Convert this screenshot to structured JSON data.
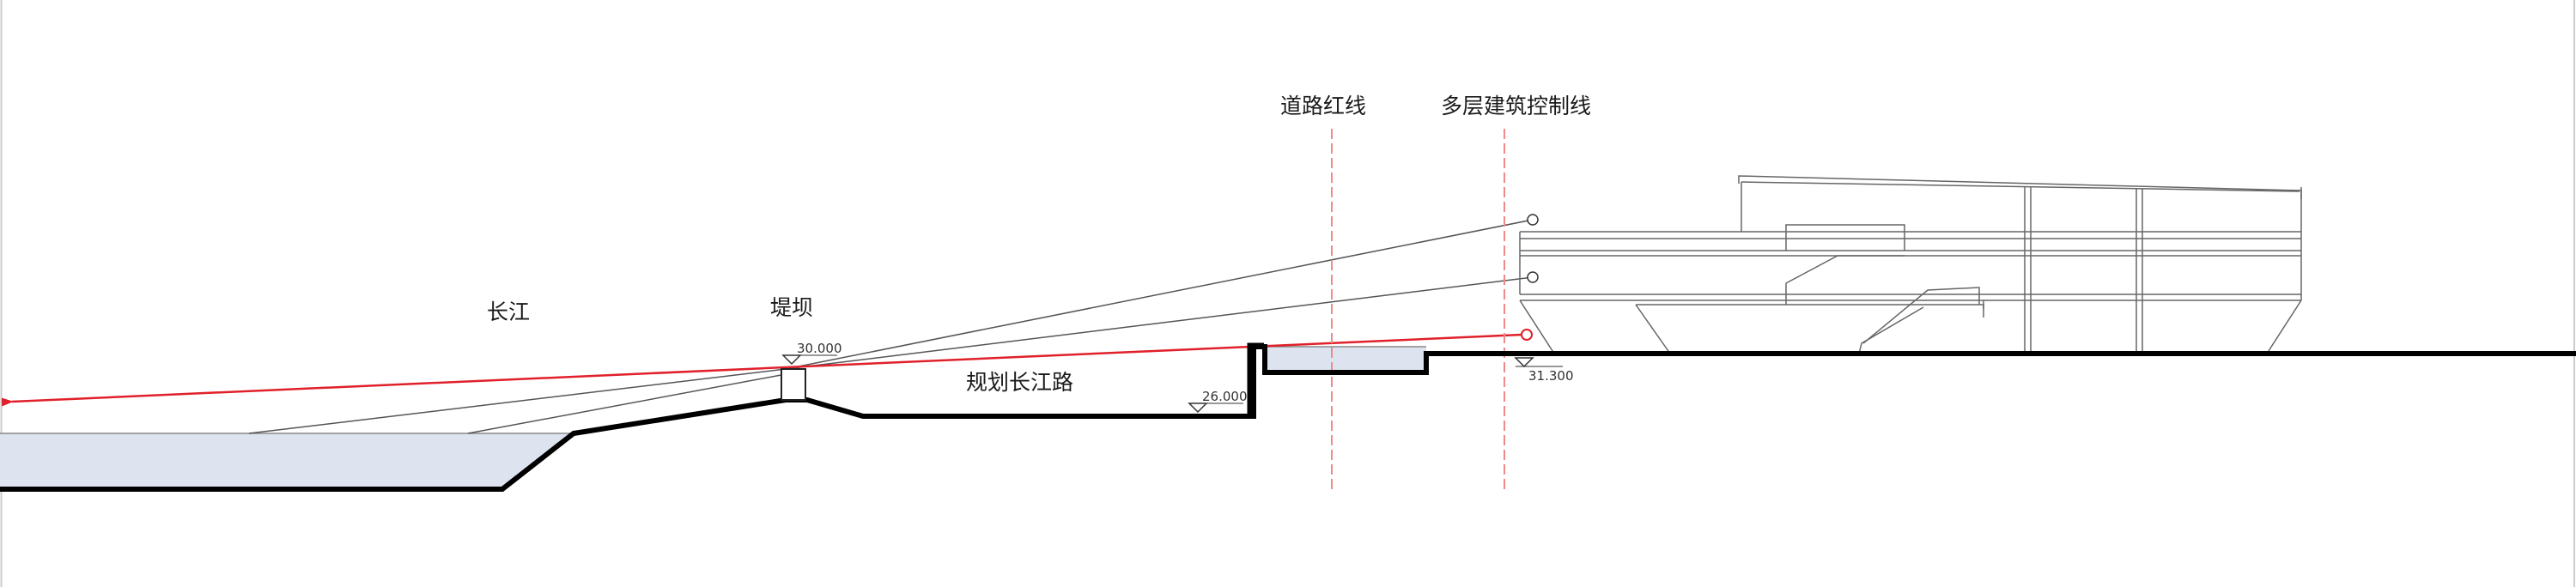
{
  "labels": {
    "river": "长江",
    "dam": "堤坝",
    "road": "规划长江路",
    "road_red_line": "道路红线",
    "building_control_line": "多层建筑控制线"
  },
  "elevations": {
    "dam_top": "30.000",
    "road_level": "26.000",
    "building_ground": "31.300"
  },
  "colors": {
    "ground_line": "#000000",
    "sight_line": "#555555",
    "red_sight_line": "#e0202a",
    "water_fill": "#dde4f0",
    "control_line": "#f08a8a"
  }
}
